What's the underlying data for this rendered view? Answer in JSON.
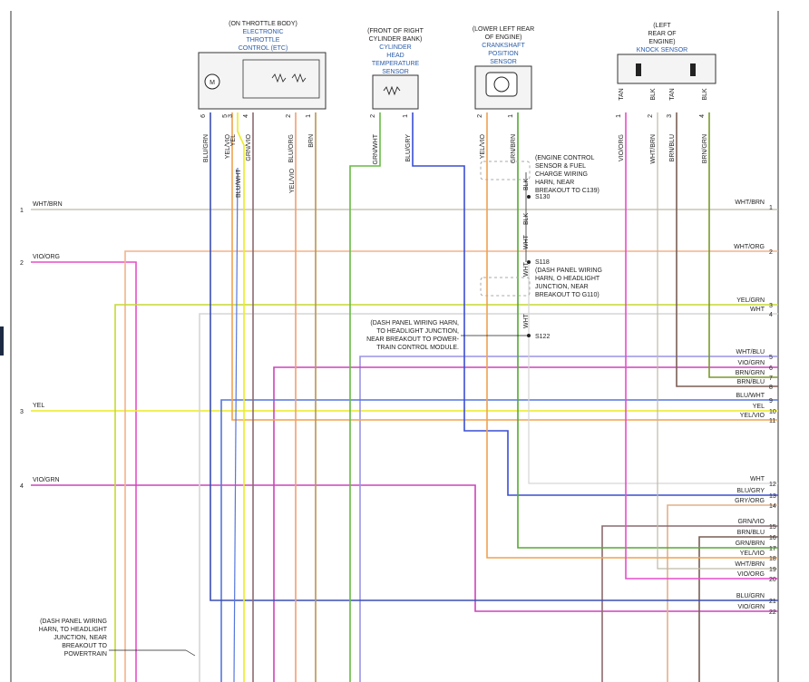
{
  "components": {
    "etc": {
      "loc": [
        "(ON THROTTLE BODY)"
      ],
      "name": [
        "ELECTRONIC",
        "THROTTLE",
        "CONTROL (ETC)"
      ],
      "motor": "M",
      "pins": [
        "6",
        "5",
        "3",
        "4",
        "2",
        "1"
      ],
      "wires": [
        "BLU/GRN",
        "YEL/VIO",
        "YEL",
        "GRN/VIO",
        "BLU/ORG",
        "BRN"
      ]
    },
    "temp": {
      "loc": [
        "(FRONT OF RIGHT",
        "CYLINDER BANK)"
      ],
      "name": [
        "CYLINDER",
        "HEAD",
        "TEMPERATURE",
        "SENSOR"
      ],
      "pins": [
        "2",
        "1"
      ],
      "wires": [
        "GRN/WHT",
        "BLU/GRY"
      ]
    },
    "crank": {
      "loc": [
        "(LOWER LEFT REAR",
        "OF ENGINE)"
      ],
      "name": [
        "CRANKSHAFT",
        "POSITION",
        "SENSOR"
      ],
      "pins": [
        "2",
        "1"
      ],
      "wires": [
        "YEL/VIO",
        "GRN/BRN"
      ]
    },
    "knock": {
      "loc": [
        "(LEFT",
        "REAR OF",
        "ENGINE)"
      ],
      "name": [
        "KNOCK SENSOR"
      ],
      "pins": [
        "1",
        "2",
        "3",
        "4"
      ],
      "wires": [
        "VIO/ORG",
        "WHT/BRN",
        "BRN/BLU",
        "BRN/GRN"
      ],
      "shields": [
        "TAN",
        "BLK",
        "TAN",
        "BLK"
      ]
    }
  },
  "shield": {
    "blk": "BLK",
    "wht": "WHT"
  },
  "splices": {
    "s130": "S130",
    "s118": "S118",
    "s122": "S122"
  },
  "notes": {
    "engine_harness": [
      "(ENGINE CONTROL",
      "SENSOR & FUEL",
      "CHARGE WIRING",
      "HARN, NEAR",
      "BREAKOUT TO C139)"
    ],
    "dash_g110": [
      "(DASH PANEL WIRING",
      "HARN, O HEADLIGHT",
      "JUNCTION, NEAR",
      "BREAKOUT TO G110)"
    ],
    "dash_pcm": [
      "(DASH PANEL WIRING HARN,",
      "TO HEADLIGHT JUNCTION,",
      "NEAR BREAKOUT TO POWER-",
      "TRAIN CONTROL MODULE."
    ],
    "dash_bottom": [
      "(DASH PANEL WIRING",
      "HARN, TO HEADLIGHT",
      "JUNCTION, NEAR",
      "BREAKOUT TO",
      "POWERTRAIN"
    ]
  },
  "left_pins": [
    {
      "num": "1",
      "label": "WHT/BRN"
    },
    {
      "num": "2",
      "label": "VIO/ORG"
    },
    {
      "num": "3",
      "label": "YEL"
    },
    {
      "num": "4",
      "label": "VIO/GRN"
    }
  ],
  "right_pins": [
    {
      "num": "1",
      "label": "WHT/BRN"
    },
    {
      "num": "2",
      "label": "WHT/ORG"
    },
    {
      "num": "3",
      "label": "YEL/GRN"
    },
    {
      "num": "4",
      "label": "WHT"
    },
    {
      "num": "5",
      "label": "WHT/BLU"
    },
    {
      "num": "6",
      "label": "VIO/GRN"
    },
    {
      "num": "7",
      "label": "BRN/GRN"
    },
    {
      "num": "8",
      "label": "BRN/BLU"
    },
    {
      "num": "9",
      "label": "BLU/WHT"
    },
    {
      "num": "10",
      "label": "YEL"
    },
    {
      "num": "11",
      "label": "YEL/VIO"
    },
    {
      "num": "12",
      "label": "WHT"
    },
    {
      "num": "13",
      "label": "BLU/GRY"
    },
    {
      "num": "14",
      "label": "GRY/ORG"
    },
    {
      "num": "15",
      "label": "GRN/VIO"
    },
    {
      "num": "16",
      "label": "BRN/BLU"
    },
    {
      "num": "17",
      "label": "GRN/BRN"
    },
    {
      "num": "18",
      "label": "YEL/VIO"
    },
    {
      "num": "19",
      "label": "WHT/BRN"
    },
    {
      "num": "20",
      "label": "VIO/ORG"
    },
    {
      "num": "21",
      "label": "BLU/GRN"
    },
    {
      "num": "22",
      "label": "VIO/GRN"
    }
  ],
  "extra_labels": {
    "blu_wht_etc": "BLU/WHT",
    "yel_vio_etc": "YEL/VIO"
  },
  "colors": {
    "wht_brn": "#bdb9a6",
    "vio_org": "#e64fc8",
    "wht_org": "#f2b48a",
    "yel_grn": "#c6d832",
    "wht": "#d6d6d6",
    "wht_blu": "#9a94e6",
    "vio_grn": "#cc44bb",
    "brn_grn": "#7a9a2a",
    "brn_blu": "#7a5f55",
    "blu_wht": "#5577dd",
    "yel": "#ecec22",
    "yel_vio": "#f0a24f",
    "blu_gry": "#3a4ed4",
    "gry_org": "#e3b088",
    "grn_vio": "#8a6a70",
    "grn_brn": "#55aa33",
    "blu_grn": "#3a4eb4",
    "blu_org": "#f0a070",
    "grn_wht": "#66bb44",
    "brn": "#b89650"
  }
}
